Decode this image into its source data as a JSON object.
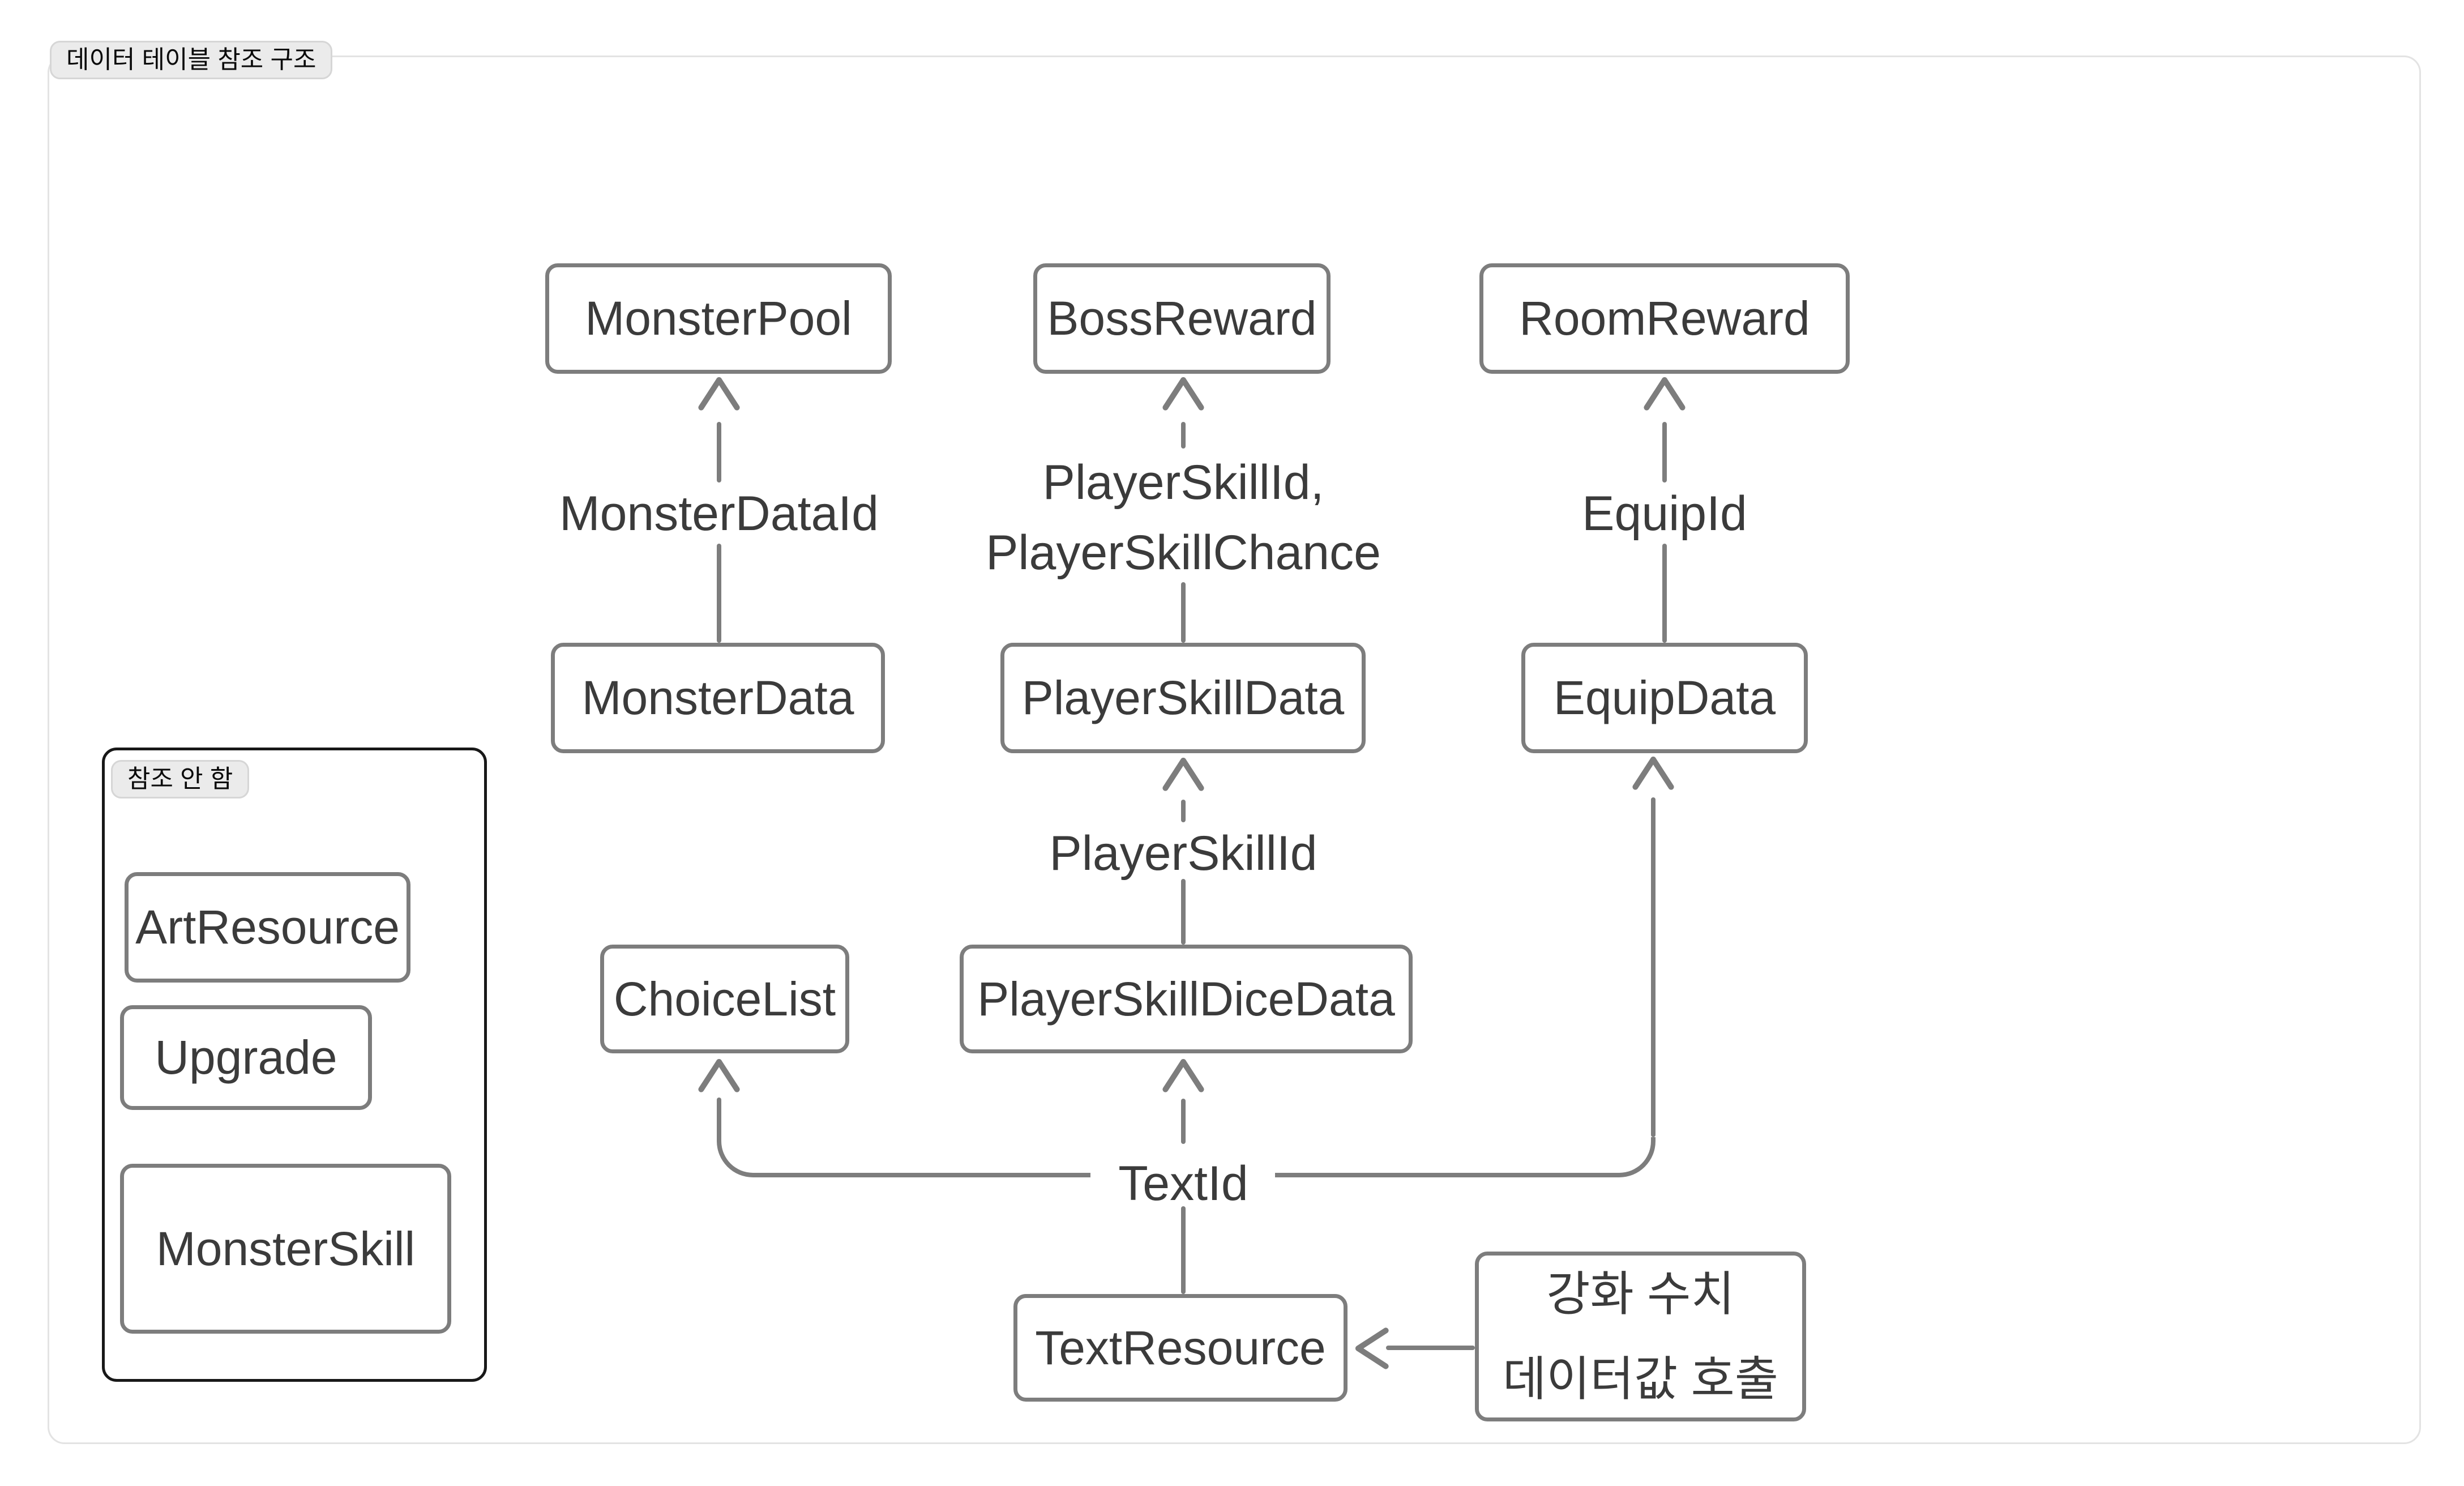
{
  "diagram": {
    "title_badge": "데이터 테이블 참조 구조",
    "group": {
      "badge": "참조 안 함",
      "nodes": {
        "art_resource": "ArtResource",
        "upgrade": "Upgrade",
        "monster_skill": "MonsterSkill"
      }
    },
    "nodes": {
      "monster_pool": "MonsterPool",
      "boss_reward": "BossReward",
      "room_reward": "RoomReward",
      "monster_data": "MonsterData",
      "player_skill_data": "PlayerSkillData",
      "equip_data": "EquipData",
      "choice_list": "ChoiceList",
      "player_skill_dice_data": "PlayerSkillDiceData",
      "text_resource": "TextResource",
      "enhance_note_line1": "강화 수치",
      "enhance_note_line2": "데이터값 호출"
    },
    "edge_labels": {
      "monster_data_id": "MonsterDataId",
      "boss_reward_ref_line1": "PlayerSkillId,",
      "boss_reward_ref_line2": "PlayerSkillChance",
      "equip_id": "EquipId",
      "player_skill_id": "PlayerSkillId",
      "text_id": "TextId"
    },
    "colors": {
      "node_border": "#7d7d7d",
      "edge_line": "#7d7d7d",
      "node_text": "#3b3b3b",
      "group_border": "#181818",
      "frame_border": "#e3e3e3",
      "badge_bg": "#ebebeb",
      "background": "#ffffff"
    }
  }
}
